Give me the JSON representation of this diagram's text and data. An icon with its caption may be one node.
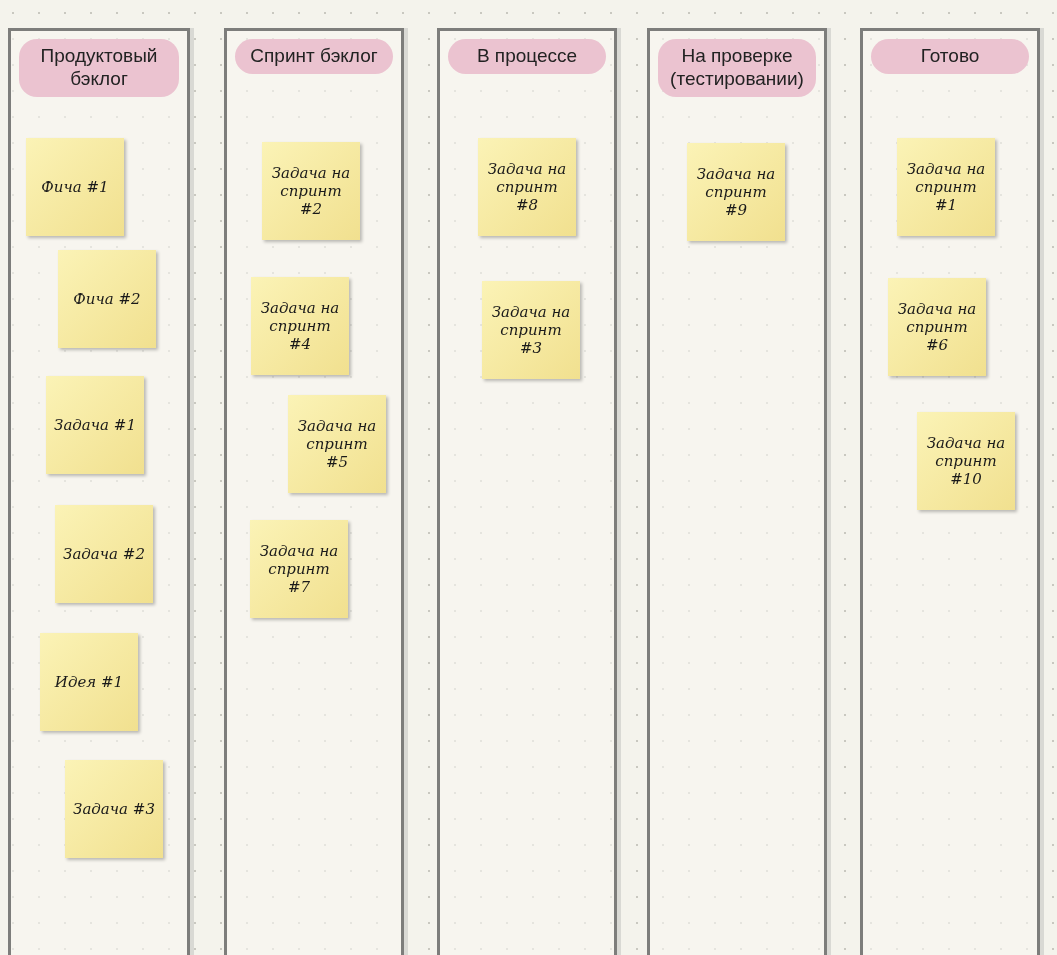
{
  "diagram": {
    "nodes": [
      {
        "text": [
          "Продуктовый бэклог"
        ]
      },
      {
        "text": [
          "Фича #1"
        ],
        "in": 0
      },
      {
        "text": [
          "Фича #2"
        ],
        "in": 0
      },
      {
        "text": [
          "Задача #1"
        ],
        "in": 0
      },
      {
        "text": [
          "Задача #2"
        ],
        "in": 0
      },
      {
        "text": [
          "Идея #1"
        ],
        "in": 0
      },
      {
        "text": [
          "Задача #3"
        ],
        "in": 0
      },
      {
        "text": [
          "Спринт бэклог"
        ]
      },
      {
        "text": [
          "Задача на спринт #2"
        ],
        "in": 7
      },
      {
        "text": [
          "Задача на спринт #4"
        ],
        "in": 7
      },
      {
        "text": [
          "Задача на спринт #5"
        ],
        "in": 7
      },
      {
        "text": [
          "Задача на спринт #7"
        ],
        "in": 7
      },
      {
        "text": [
          "В процессе"
        ]
      },
      {
        "text": [
          "Задача на спринт #8"
        ],
        "in": 12
      },
      {
        "text": [
          "Задача на спринт #3"
        ],
        "in": 12
      },
      {
        "text": [
          "На проверке (тестировании)"
        ]
      },
      {
        "text": [
          "Задача на спринт #9"
        ],
        "in": 15
      },
      {
        "text": [
          "Готово"
        ]
      },
      {
        "text": [
          "Задача на спринт #1"
        ],
        "in": 17
      },
      {
        "text": [
          "Задача на спринт #6"
        ],
        "in": 17
      },
      {
        "text": [
          "Задача на спринт #10"
        ],
        "in": 17
      }
    ],
    "edges": []
  }
}
